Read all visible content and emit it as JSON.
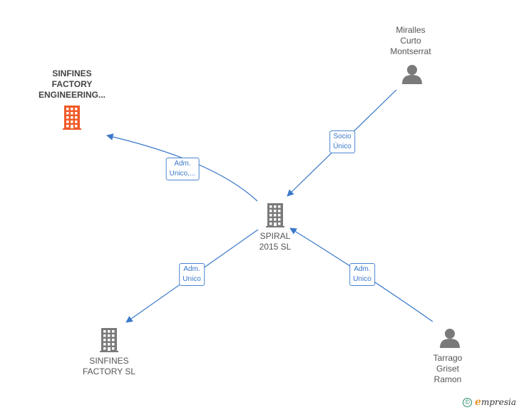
{
  "nodes": [
    {
      "id": "spiral",
      "type": "company",
      "lines": [
        "SPIRAL",
        "2015  SL"
      ],
      "color": "#7a7a7a"
    },
    {
      "id": "engineering",
      "type": "company",
      "lines": [
        "SINFINES",
        "FACTORY",
        "ENGINEERING..."
      ],
      "color": "#f05a28",
      "highlight": true
    },
    {
      "id": "sinfines",
      "type": "company",
      "lines": [
        "SINFINES",
        "FACTORY SL"
      ],
      "color": "#7a7a7a"
    },
    {
      "id": "miralles",
      "type": "person",
      "lines": [
        "Miralles",
        "Curto",
        "Montserrat"
      ],
      "color": "#7a7a7a"
    },
    {
      "id": "tarrago",
      "type": "person",
      "lines": [
        "Tarrago",
        "Griset",
        "Ramon"
      ],
      "color": "#7a7a7a"
    }
  ],
  "edges": [
    {
      "id": "e-engineering",
      "from": "spiral",
      "to": "engineering",
      "label": [
        "Adm.",
        "Unico,..."
      ]
    },
    {
      "id": "e-miralles",
      "from": "miralles",
      "to": "spiral",
      "label": [
        "Socio",
        "Único"
      ]
    },
    {
      "id": "e-sinfines",
      "from": "spiral",
      "to": "sinfines",
      "label": [
        "Adm.",
        "Unico"
      ]
    },
    {
      "id": "e-tarrago",
      "from": "tarrago",
      "to": "spiral",
      "label": [
        "Adm.",
        "Unico"
      ]
    }
  ],
  "colors": {
    "edge": "#3a78c9",
    "edge_label_border": "#4a86d1"
  },
  "footer": {
    "copyright_symbol": "©",
    "brand_initial": "e",
    "brand_rest": "mpresia"
  }
}
